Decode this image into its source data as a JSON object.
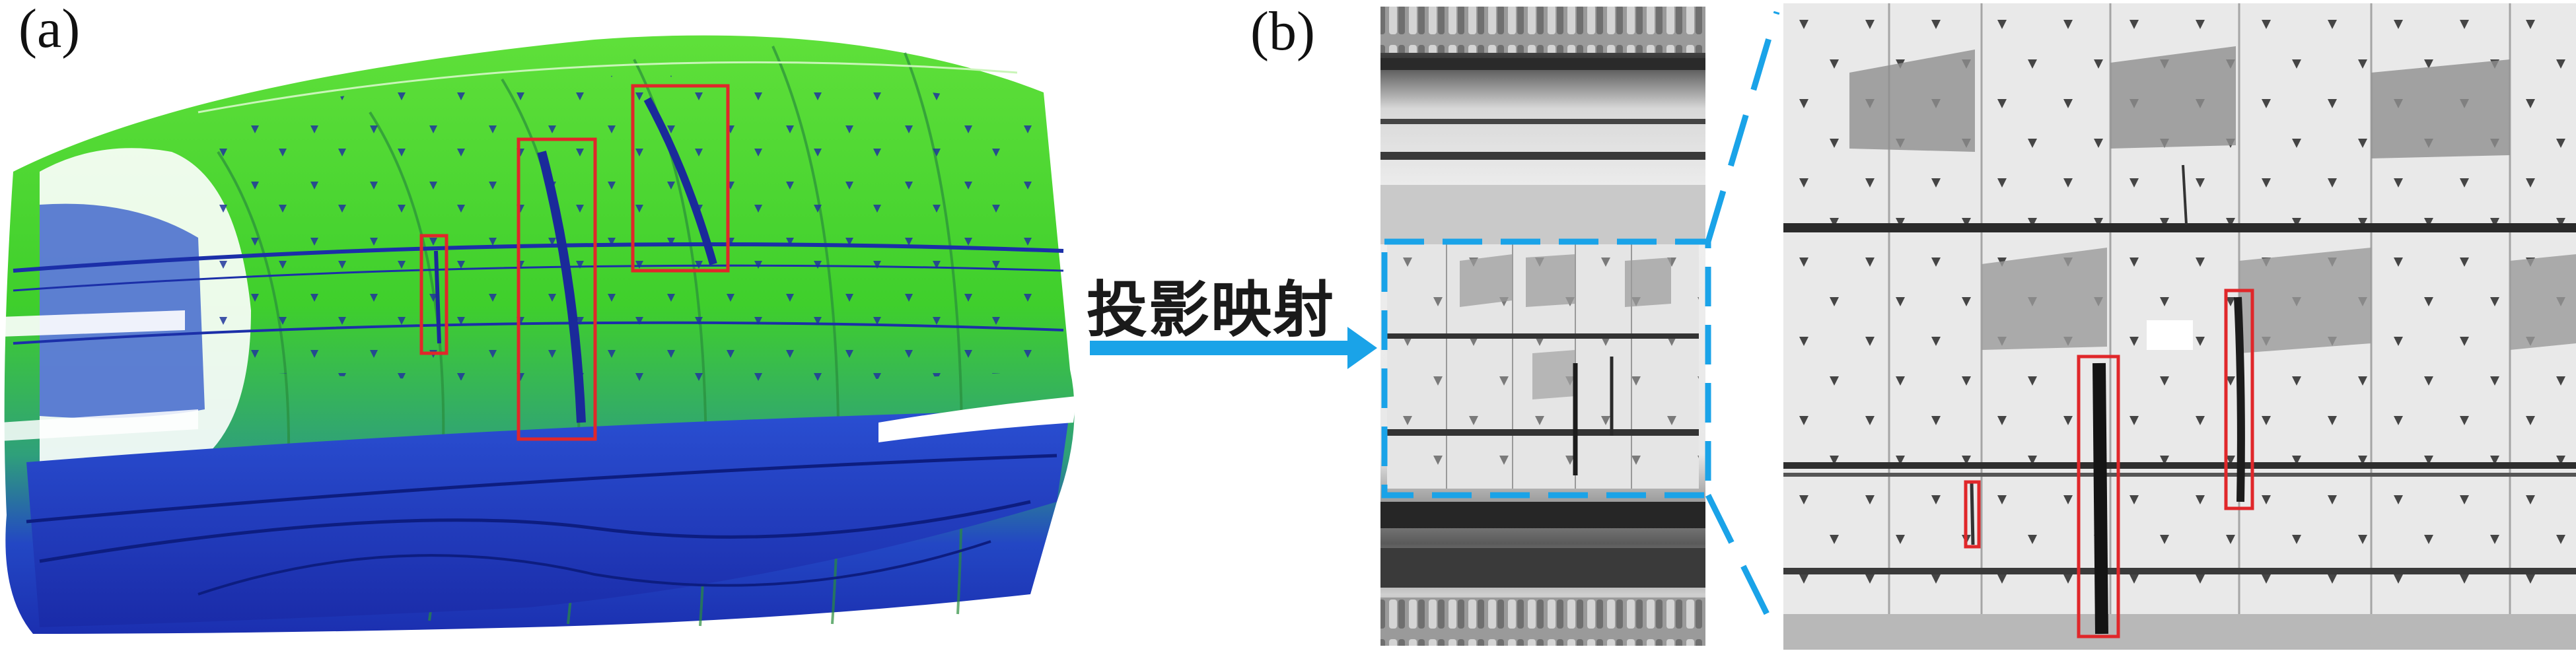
{
  "panels": {
    "a": {
      "label": "(a)"
    },
    "b": {
      "label": "(b)"
    }
  },
  "arrow": {
    "text": "投影映射",
    "color": "#1aa3e8"
  },
  "colors": {
    "highlight_box": "#e0272a",
    "zoom_box": "#1aa3e8",
    "cloud_green": "#3ed629",
    "cloud_blue": "#1f39c9"
  },
  "icons": {
    "arrow": "right-arrow-icon"
  }
}
